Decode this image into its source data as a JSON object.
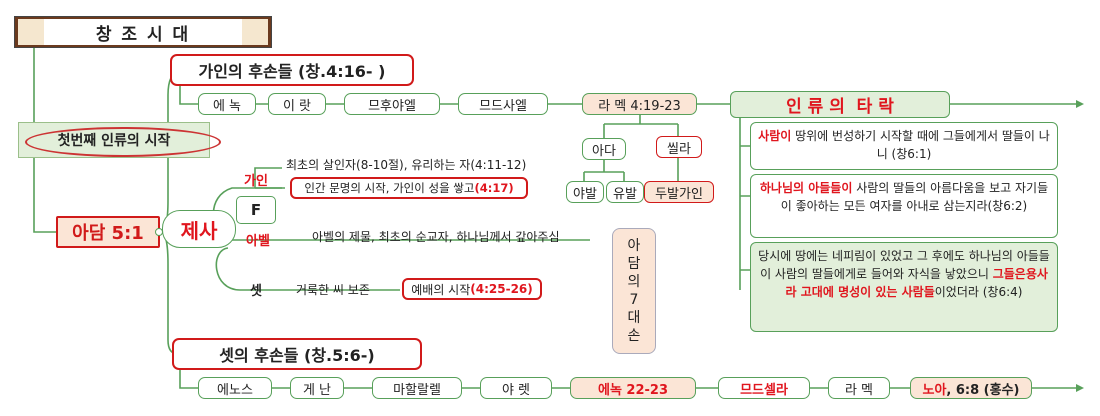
{
  "title": "창 조 시 대",
  "first_start": "첫번째 인류의 시작",
  "adam": "아담 5:1",
  "jesa": "제사",
  "f_label": "F",
  "cain_branch_title": "가인의 후손들 (창.4:16- )",
  "seth_branch_title": "셋의 후손들 (창.5:6-)",
  "cain_line": [
    "에 녹",
    "이 랏",
    "므후야엘",
    "므드사엘"
  ],
  "lamech_label": "라 멕 4:19-23",
  "adah": "아다",
  "zillah": "씰라",
  "adah_sons": [
    "야발",
    "유발"
  ],
  "zillah_son": "두발가인",
  "fall_title": "인 류 의  타 락",
  "cain_label": "가인",
  "cain_desc1": "최초의 살인자(8-10절), 유리하는 자(4:11-12)",
  "cain_desc2_main": "인간 문명의 시작, 가인이 성을 쌓고",
  "cain_desc2_ref": "(4:17)",
  "abel_label": "아벨",
  "abel_desc": "아벨의 제물, 최초의 순교자, 하나님께서 갚아주심",
  "seth_label": "셋",
  "seth_desc": "거룩한 씨 보존",
  "worship_main": "예배의 시작",
  "worship_ref": "(4:25-26)",
  "seventh_chars": [
    "아",
    "담",
    "의",
    "7",
    "대",
    "손"
  ],
  "note1_red": "사람이",
  "note1_rest": " 땅위에 번성하기 시작할 때에 그들에게서 딸들이 나니 (창6:1)",
  "note2_red": "하나님의 아들들이",
  "note2_rest": " 사람의 딸들의 아름다움을 보고 자기들이 좋아하는 모든 여자를 아내로 삼는지라(창6:2)",
  "note3_a": "당시에 땅에는 네피림이 있었고 그 후에도 하나님의 아들들이 사람의 딸들에게로 들어와 자식을 낳았으니 ",
  "note3_red": "그들은용사라 고대에 명성이 있는 사람들",
  "note3_b": "이었더라 (창6:4)",
  "seth_line": [
    "에노스",
    "게 난",
    "마할랄렐",
    "야 렛"
  ],
  "enoch": "에녹 22-23",
  "methuselah": "므드셀라",
  "lamech2": "라 멕",
  "noah_red": "노아",
  "noah_rest": ", 6:8 (홍수)",
  "colors": {
    "green": "#58a05a",
    "red": "#e0161e",
    "pink": "#fbe5d6",
    "lightgreen": "#e2efda"
  }
}
